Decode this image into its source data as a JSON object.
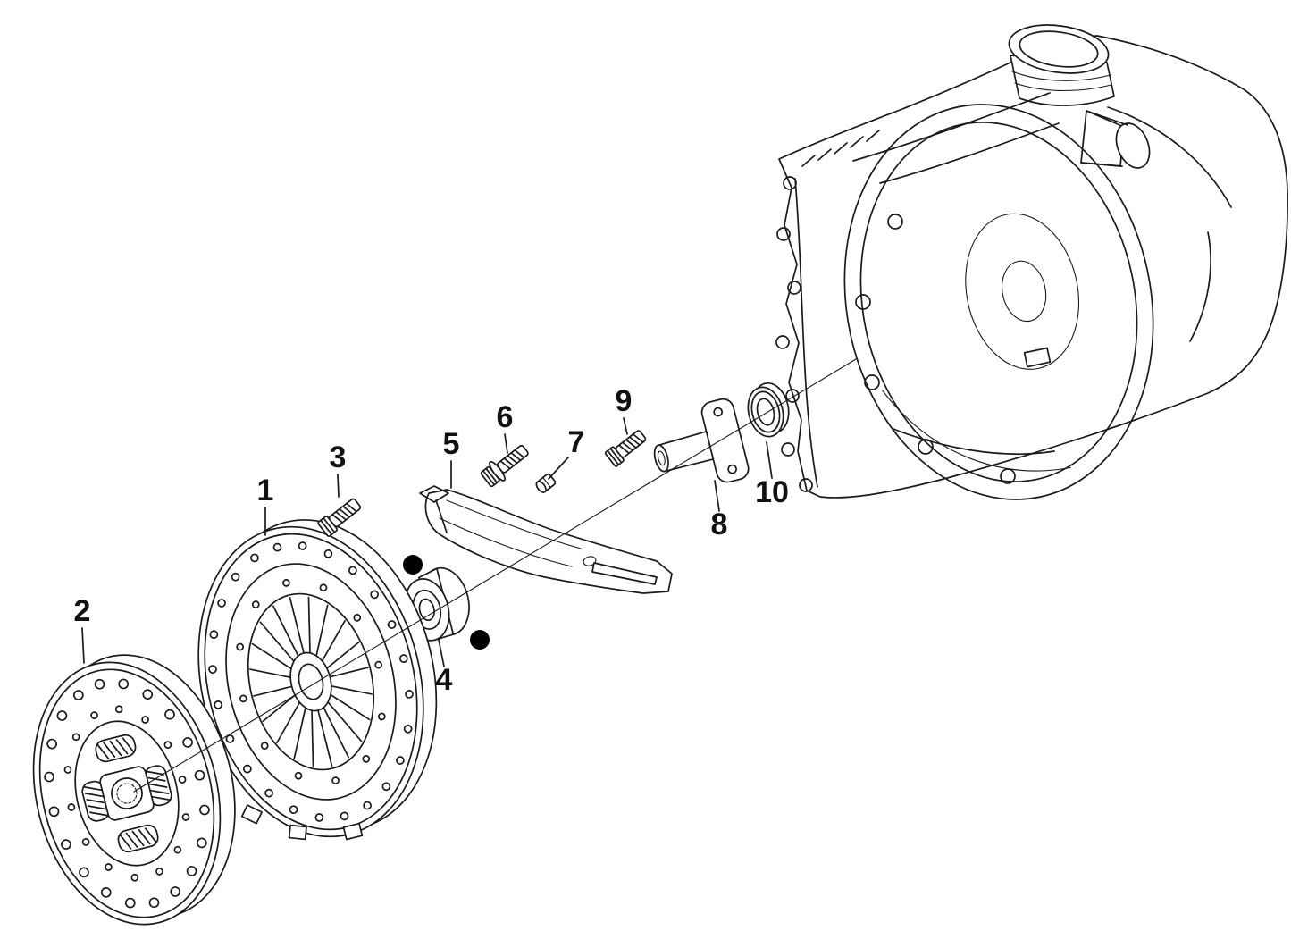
{
  "canvas": {
    "background_color": "#ffffff",
    "line_color": "#1a1a1a",
    "marker_color": "#000000"
  },
  "diagram": {
    "kind": "exploded-parts-line-drawing",
    "subject": "clutch-and-gearbox-housing",
    "callouts": [
      {
        "label": "1",
        "part": "clutch-pressure-plate"
      },
      {
        "label": "2",
        "part": "clutch-disc"
      },
      {
        "label": "3",
        "part": "hex-bolt"
      },
      {
        "label": "4",
        "part": "release-bearing"
      },
      {
        "label": "5",
        "part": "release-fork"
      },
      {
        "label": "6",
        "part": "bolt-with-washer"
      },
      {
        "label": "7",
        "part": "nut"
      },
      {
        "label": "8",
        "part": "guide-sleeve"
      },
      {
        "label": "9",
        "part": "hex-bolt"
      },
      {
        "label": "10",
        "part": "shaft-seal"
      }
    ],
    "markers": {
      "count": 2,
      "style": "filled-dot"
    }
  }
}
